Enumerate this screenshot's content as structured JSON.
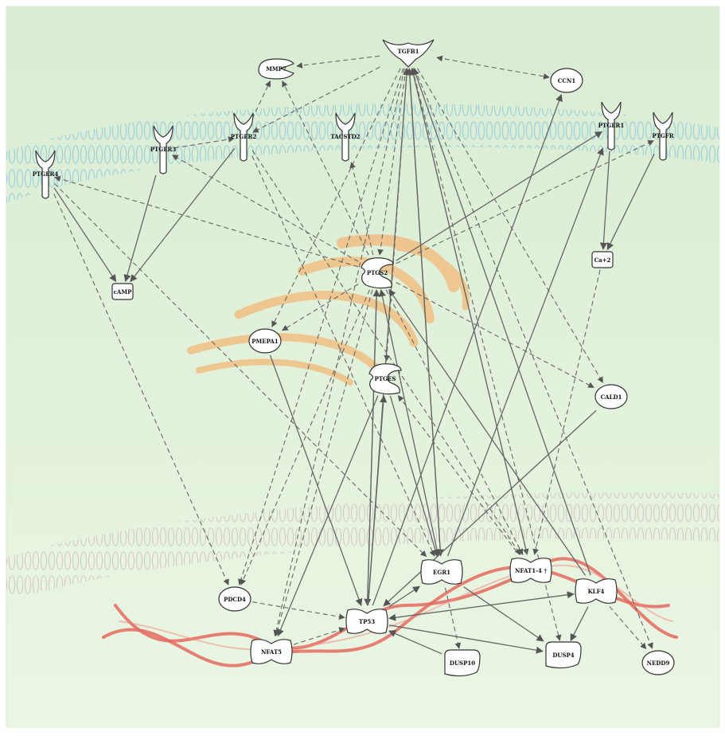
{
  "colors": {
    "background_top": "#d9ecd2",
    "background_bottom": "#eaf6e4",
    "outer_membrane": "#a7d3df",
    "nuclear_membrane": "#e3d6d6",
    "golgi": "#f3b878",
    "dna": "#e56a5f",
    "edge": "#666666",
    "node_fill": "#ffffff",
    "node_stroke": "#333333"
  },
  "nodes": [
    {
      "id": "TGFB1",
      "label": "TGFB1",
      "shape": "ligand"
    },
    {
      "id": "MMP7",
      "label": "MMP7",
      "shape": "peptidase"
    },
    {
      "id": "CCN1",
      "label": "CCN1",
      "shape": "ellipse"
    },
    {
      "id": "TACSTD2",
      "label": "TACSTD2",
      "shape": "receptor"
    },
    {
      "id": "PTGER2",
      "label": "PTGER2",
      "shape": "receptor"
    },
    {
      "id": "PTGER3",
      "label": "PTGER3",
      "shape": "receptor"
    },
    {
      "id": "PTGER4",
      "label": "PTGER4",
      "shape": "receptor"
    },
    {
      "id": "PTGER1",
      "label": "PTGER1",
      "shape": "receptor"
    },
    {
      "id": "PTGFR",
      "label": "PTGFR",
      "shape": "receptor"
    },
    {
      "id": "cAMP",
      "label": "cAMP",
      "shape": "chemical"
    },
    {
      "id": "Ca2",
      "label": "Ca+2",
      "shape": "chemical"
    },
    {
      "id": "PTGS2",
      "label": "PTGS2",
      "shape": "enzyme"
    },
    {
      "id": "PMEPA1",
      "label": "PMEPA1",
      "shape": "ellipse"
    },
    {
      "id": "PTGES",
      "label": "PTGES",
      "shape": "enzyme"
    },
    {
      "id": "CALD1",
      "label": "CALD1",
      "shape": "ellipse"
    },
    {
      "id": "EGR1",
      "label": "EGR1",
      "shape": "tf"
    },
    {
      "id": "NFATC",
      "label": "NFAT1-4 †",
      "shape": "tf"
    },
    {
      "id": "KLF4",
      "label": "KLF4",
      "shape": "tf"
    },
    {
      "id": "PDCD4",
      "label": "PDCD4",
      "shape": "ellipse"
    },
    {
      "id": "TP53",
      "label": "TP53",
      "shape": "tf"
    },
    {
      "id": "NFAT5",
      "label": "NFAT5",
      "shape": "tf"
    },
    {
      "id": "DUSP10",
      "label": "DUSP10",
      "shape": "phosphatase"
    },
    {
      "id": "DUSP4",
      "label": "DUSP4",
      "shape": "phosphatase"
    },
    {
      "id": "NEDD9",
      "label": "NEDD9",
      "shape": "ellipse"
    }
  ],
  "edges": [
    {
      "from": "TGFB1",
      "to": "MMP7",
      "style": "dashed",
      "arrow": "end"
    },
    {
      "from": "TGFB1",
      "to": "CCN1",
      "style": "dashed",
      "arrow": "both"
    },
    {
      "from": "TGFB1",
      "to": "PTGER2",
      "style": "dashed",
      "arrow": "end"
    },
    {
      "from": "TGFB1",
      "to": "PTGS2",
      "style": "dashed",
      "arrow": "end"
    },
    {
      "from": "TGFB1",
      "to": "PMEPA1",
      "style": "dashed",
      "arrow": "end"
    },
    {
      "from": "TGFB1",
      "to": "PTGES",
      "style": "dashed",
      "arrow": "end"
    },
    {
      "from": "TGFB1",
      "to": "NFAT5",
      "style": "dashed",
      "arrow": "end"
    },
    {
      "from": "TGFB1",
      "to": "PDCD4",
      "style": "dashed",
      "arrow": "end"
    },
    {
      "from": "TGFB1",
      "to": "CALD1",
      "style": "dashed",
      "arrow": "end"
    },
    {
      "from": "TGFB1",
      "to": "NEDD9",
      "style": "dashed",
      "arrow": "end"
    },
    {
      "from": "TGFB1",
      "to": "DUSP4",
      "style": "dashed",
      "arrow": "end"
    },
    {
      "from": "TGFB1",
      "to": "NFATC",
      "style": "dashed",
      "arrow": "end"
    },
    {
      "from": "TGFB1",
      "to": "EGR1",
      "style": "solid",
      "arrow": "end"
    },
    {
      "from": "TP53",
      "to": "TGFB1",
      "style": "solid",
      "arrow": "end"
    },
    {
      "from": "EGR1",
      "to": "TGFB1",
      "style": "solid",
      "arrow": "end"
    },
    {
      "from": "KLF4",
      "to": "TGFB1",
      "style": "solid",
      "arrow": "end"
    },
    {
      "from": "NFATC",
      "to": "TGFB1",
      "style": "solid",
      "arrow": "end"
    },
    {
      "from": "TP53",
      "to": "CCN1",
      "style": "solid",
      "arrow": "end"
    },
    {
      "from": "EGR1",
      "to": "PTGER1",
      "style": "solid",
      "arrow": "end"
    },
    {
      "from": "PTGS2",
      "to": "PTGER1",
      "style": "solid",
      "arrow": "end"
    },
    {
      "from": "PTGS2",
      "to": "PTGFR",
      "style": "dashed",
      "arrow": "end"
    },
    {
      "from": "PTGS2",
      "to": "PTGER4",
      "style": "dashed",
      "arrow": "end"
    },
    {
      "from": "PTGS2",
      "to": "PTGER3",
      "style": "dashed",
      "arrow": "end"
    },
    {
      "from": "PTGS2",
      "to": "TACSTD2",
      "style": "dashed",
      "arrow": "end"
    },
    {
      "from": "PTGS2",
      "to": "MMP7",
      "style": "dashed",
      "arrow": "end"
    },
    {
      "from": "PTGS2",
      "to": "PMEPA1",
      "style": "dashed",
      "arrow": "end"
    },
    {
      "from": "PTGS2",
      "to": "CALD1",
      "style": "dashed",
      "arrow": "end"
    },
    {
      "from": "PTGS2",
      "to": "NFATC",
      "style": "dashed",
      "arrow": "end"
    },
    {
      "from": "PTGS2",
      "to": "NFAT5",
      "style": "dashed",
      "arrow": "end"
    },
    {
      "from": "PTGS2",
      "to": "PDCD4",
      "style": "dashed",
      "arrow": "end"
    },
    {
      "from": "PTGS2",
      "to": "TP53",
      "style": "solid",
      "arrow": "end"
    },
    {
      "from": "TP53",
      "to": "PTGS2",
      "style": "solid",
      "arrow": "end"
    },
    {
      "from": "EGR1",
      "to": "PTGS2",
      "style": "solid",
      "arrow": "both"
    },
    {
      "from": "KLF4",
      "to": "PTGS2",
      "style": "solid",
      "arrow": "end"
    },
    {
      "from": "PTGER2",
      "to": "MMP7",
      "style": "dashed",
      "arrow": "end"
    },
    {
      "from": "PTGER2",
      "to": "cAMP",
      "style": "solid",
      "arrow": "end"
    },
    {
      "from": "PTGER2",
      "to": "EGR1",
      "style": "dashed",
      "arrow": "end"
    },
    {
      "from": "PTGER2",
      "to": "PTGER3",
      "style": "dashed",
      "arrow": "start"
    },
    {
      "from": "PTGER2",
      "to": "NFATC",
      "style": "dashed",
      "arrow": "end"
    },
    {
      "from": "PTGER3",
      "to": "cAMP",
      "style": "solid",
      "arrow": "end"
    },
    {
      "from": "PTGER4",
      "to": "cAMP",
      "style": "solid",
      "arrow": "end"
    },
    {
      "from": "PTGER4",
      "to": "PDCD4",
      "style": "dashed",
      "arrow": "end"
    },
    {
      "from": "PTGER4",
      "to": "EGR1",
      "style": "dashed",
      "arrow": "end"
    },
    {
      "from": "PTGER1",
      "to": "Ca2",
      "style": "solid",
      "arrow": "end"
    },
    {
      "from": "PTGFR",
      "to": "Ca2",
      "style": "solid",
      "arrow": "end"
    },
    {
      "from": "Ca2",
      "to": "NFATC",
      "style": "dashed",
      "arrow": "end"
    },
    {
      "from": "PMEPA1",
      "to": "TP53",
      "style": "solid",
      "arrow": "end"
    },
    {
      "from": "PTGES",
      "to": "TP53",
      "style": "solid",
      "arrow": "start"
    },
    {
      "from": "PTGES",
      "to": "NFAT5",
      "style": "solid",
      "arrow": "end"
    },
    {
      "from": "PTGES",
      "to": "EGR1",
      "style": "solid",
      "arrow": "end"
    },
    {
      "from": "PTGES",
      "to": "NFATC",
      "style": "dashed",
      "arrow": "start"
    },
    {
      "from": "CALD1",
      "to": "TP53",
      "style": "solid",
      "arrow": "end"
    },
    {
      "from": "PDCD4",
      "to": "TP53",
      "style": "dashed",
      "arrow": "end"
    },
    {
      "from": "NFAT5",
      "to": "TP53",
      "style": "dashed",
      "arrow": "end"
    },
    {
      "from": "TP53",
      "to": "KLF4",
      "style": "solid",
      "arrow": "both"
    },
    {
      "from": "TP53",
      "to": "EGR1",
      "style": "solid",
      "arrow": "end"
    },
    {
      "from": "TP53",
      "to": "DUSP4",
      "style": "solid",
      "arrow": "end"
    },
    {
      "from": "DUSP10",
      "to": "TP53",
      "style": "solid",
      "arrow": "end"
    },
    {
      "from": "EGR1",
      "to": "DUSP10",
      "style": "dashed",
      "arrow": "end"
    },
    {
      "from": "EGR1",
      "to": "DUSP4",
      "style": "solid",
      "arrow": "end"
    },
    {
      "from": "KLF4",
      "to": "DUSP4",
      "style": "solid",
      "arrow": "end"
    },
    {
      "from": "KLF4",
      "to": "NEDD9",
      "style": "dashed",
      "arrow": "end"
    }
  ]
}
